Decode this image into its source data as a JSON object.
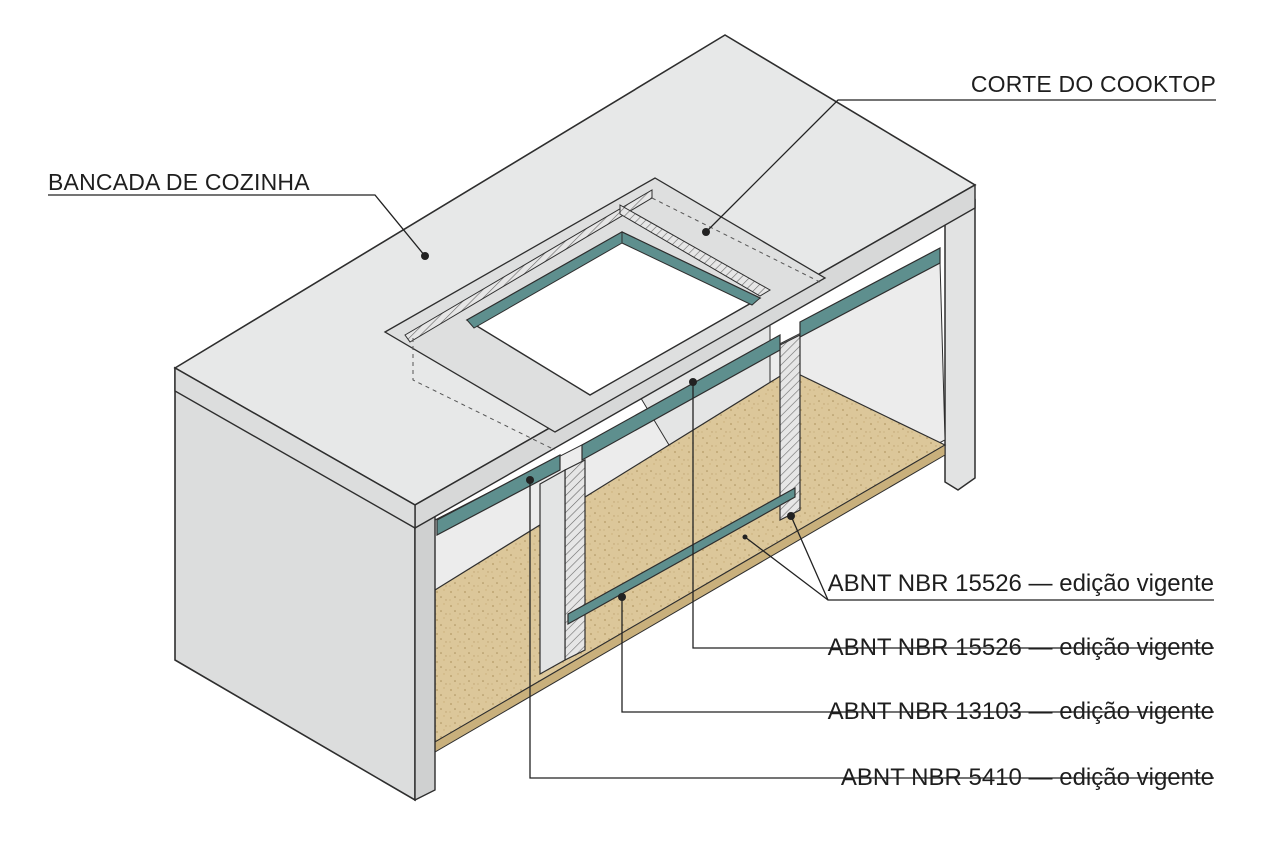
{
  "labels": {
    "bancada": "BANCADA DE COZINHA",
    "corte": "CORTE DO COOKTOP",
    "norma_gas_1": "ABNT NBR 15526 — edição vigente",
    "norma_gas_2": "ABNT NBR 15526 — edição vigente",
    "norma_exaustao": "ABNT NBR 13103 — edição vigente",
    "norma_eletrica": "ABNT NBR 5410 — edição vigente"
  },
  "colors": {
    "countertop_top": "#e7e8e8",
    "countertop_side": "#dcdddd",
    "outline": "#2e2e2e",
    "rail": "#5e8f8e",
    "floor": "#dcc79a",
    "leader": "#222222"
  }
}
